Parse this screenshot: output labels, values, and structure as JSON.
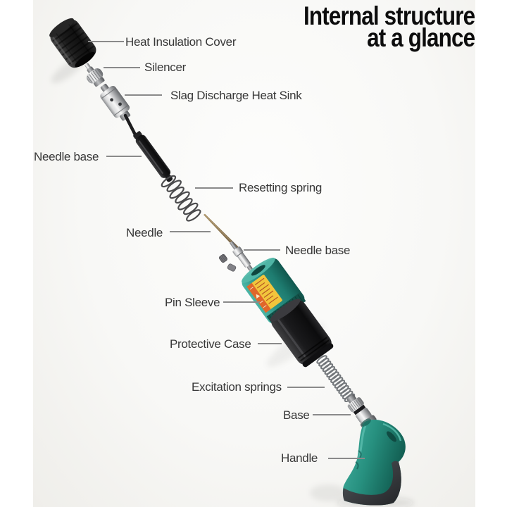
{
  "title": {
    "line1": "Internal structure",
    "line2": "at a glance"
  },
  "labels": [
    {
      "text": "Heat Insulation Cover"
    },
    {
      "text": "Silencer"
    },
    {
      "text": "Slag Discharge Heat Sink"
    },
    {
      "text": "Needle base"
    },
    {
      "text": "Resetting spring"
    },
    {
      "text": "Needle"
    },
    {
      "text": "Needle base"
    },
    {
      "text": "Pin Sleeve"
    },
    {
      "text": "Protective Case"
    },
    {
      "text": "Excitation springs"
    },
    {
      "text": "Base"
    },
    {
      "text": "Handle"
    }
  ],
  "colors": {
    "background": "#f8f8f6",
    "title_text": "#0d0d0d",
    "label_text": "#383838",
    "leader_line": "#8a8a8a",
    "teal_body": "#2e9588",
    "teal_dark": "#11574e",
    "part_black": "#161618",
    "chrome_light": "#f7f7f7",
    "chrome_dark": "#6f7174",
    "sticker_yellow": "#f2c53c",
    "sticker_orange": "#e0662a",
    "needle_bronze": "#8a7451",
    "spring_gray": "#4b4b4d"
  }
}
